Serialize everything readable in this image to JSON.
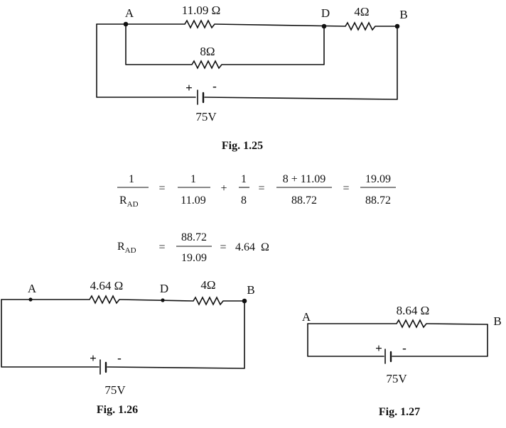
{
  "fig125": {
    "node_a": "A",
    "node_d": "D",
    "node_b": "B",
    "r_ad_top": "11.09 Ω",
    "r_db": "4Ω",
    "r_ad_bottom": "8Ω",
    "plus": "+",
    "minus": "-",
    "voltage": "75V",
    "caption": "Fig. 1.25"
  },
  "eq1": {
    "lhs_num": "1",
    "lhs_den_main": "R",
    "lhs_den_sub": "AD",
    "eq_sign_1": "=",
    "t1_num": "1",
    "t1_den": "11.09",
    "plus_sign": "+",
    "t2_num": "1",
    "t2_den": "8",
    "eq_sign_2": "=",
    "t3_num": "8 + 11.09",
    "t3_den": "88.72",
    "eq_sign_3": "=",
    "t4_num": "19.09",
    "t4_den": "88.72"
  },
  "eq2": {
    "lhs_main": "R",
    "lhs_sub": "AD",
    "eq_sign_1": "=",
    "num": "88.72",
    "den": "19.09",
    "eq_sign_2": "=",
    "result": "4.64  Ω"
  },
  "fig126": {
    "node_a": "A",
    "node_d": "D",
    "node_b": "B",
    "r_ad": "4.64 Ω",
    "r_db": "4Ω",
    "plus": "+",
    "minus": "-",
    "voltage": "75V",
    "caption": "Fig. 1.26"
  },
  "fig127": {
    "node_a": "A",
    "node_b": "B",
    "r_ab": "8.64 Ω",
    "plus": "+",
    "minus": "-",
    "voltage": "75V",
    "caption": "Fig. 1.27"
  }
}
